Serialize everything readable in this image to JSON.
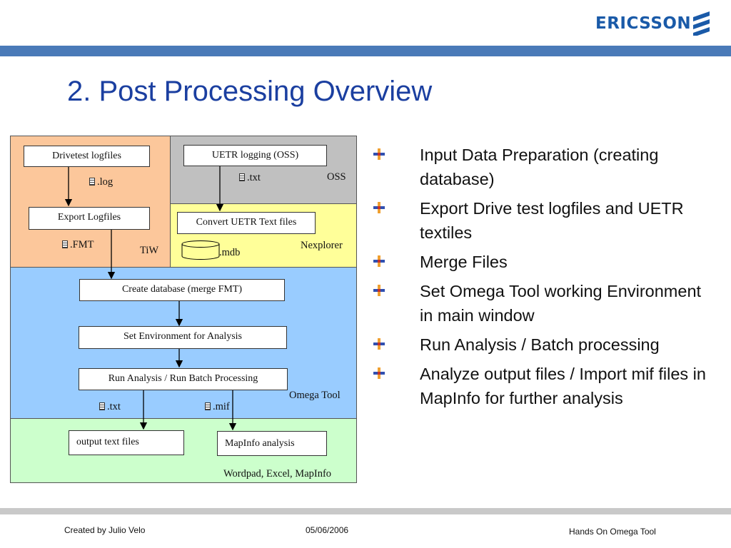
{
  "logo": {
    "text": "ERICSSON"
  },
  "slide": {
    "title": "2. Post Processing Overview"
  },
  "diagram": {
    "regions": {
      "tiw": "TiW",
      "oss": "OSS",
      "nexplorer": "Nexplorer",
      "omega": "Omega Tool",
      "output": "Wordpad, Excel, MapInfo"
    },
    "boxes": {
      "drivetest": "Drivetest logfiles",
      "export": "Export Logfiles",
      "uetr": "UETR logging (OSS)",
      "convert": "Convert UETR Text files",
      "create_db": "Create database (merge FMT)",
      "set_env": "Set Environment for Analysis",
      "run": "Run Analysis / Run Batch Processing",
      "output_text": "output text files",
      "mapinfo": "MapInfo analysis"
    },
    "files": {
      "log": ".log",
      "fmt": ".FMT",
      "txt_oss": ".txt",
      "mdb": ".mdb",
      "txt_out": ".txt",
      "mif": ".mif"
    },
    "colors": {
      "tiw": "#fcc79b",
      "oss": "#c0c0c0",
      "nexplorer": "#ffff99",
      "omega": "#99ccff",
      "output": "#ccffcc"
    }
  },
  "bullets": [
    "Input Data Preparation (creating database)",
    "Export Drive test logfiles and UETR textiles",
    "Merge Files",
    "Set Omega Tool working Environment in main window",
    "Run Analysis / Batch processing",
    "Analyze output files / Import mif files in MapInfo for further analysis"
  ],
  "footer": {
    "author": "Created by Julio Velo",
    "date": "05/06/2006",
    "course": "Hands On Omega Tool"
  }
}
